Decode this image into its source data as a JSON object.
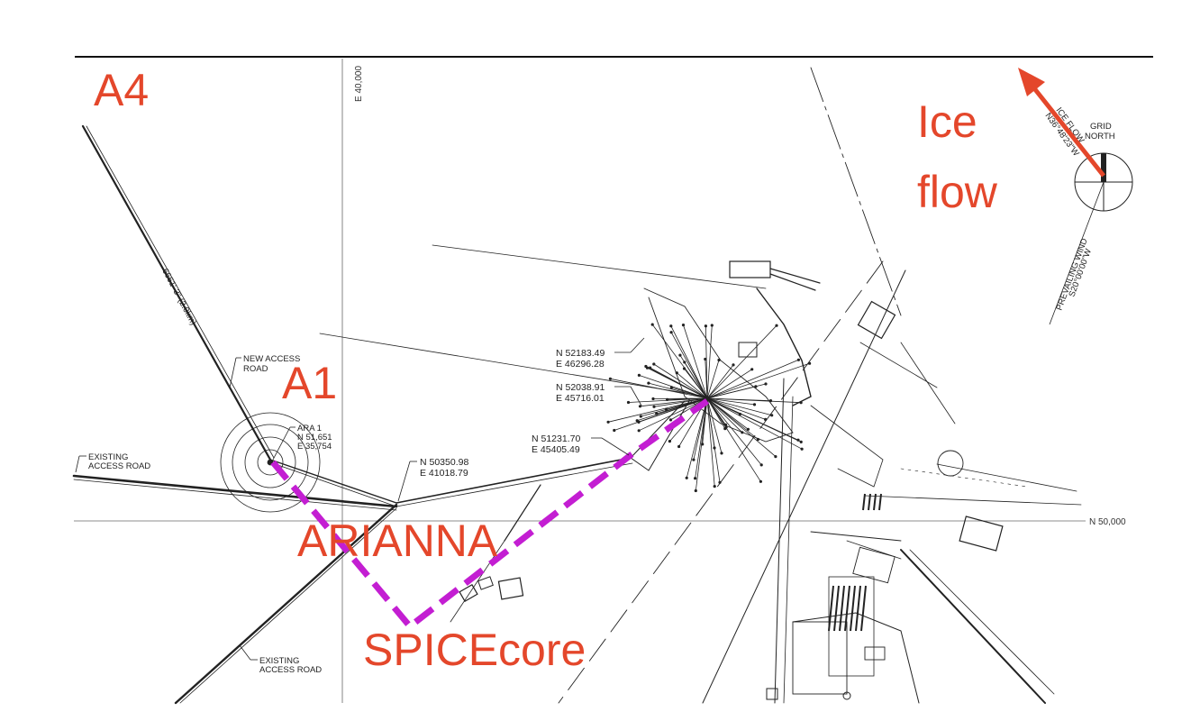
{
  "labels": {
    "a4": "A4",
    "a1": "A1",
    "arianna": "ARIANNA",
    "spicecore": "SPICEcore",
    "ice_flow_line1": "Ice",
    "ice_flow_line2": "flow"
  },
  "grid": {
    "easting": "E 40,000",
    "northing": "N 50,000"
  },
  "roads": {
    "new_access_line1": "NEW ACCESS",
    "new_access_line2": "ROAD",
    "existing_left_line1": "EXISTING",
    "existing_left_line2": "ACCESS ROAD",
    "existing_bottom_line1": "EXISTING",
    "existing_bottom_line2": "ACCESS ROAD",
    "diagonal_dimension": "6661'-3\" (2.0km)"
  },
  "ara1": {
    "name": "ARA 1",
    "northing": "N 51,651",
    "easting": "E 35,754"
  },
  "coordinates": [
    {
      "n": "N 50350.98",
      "e": "E 41018.79"
    },
    {
      "n": "N 51231.70",
      "e": "E 45405.49"
    },
    {
      "n": "N 52038.91",
      "e": "E 45716.01"
    },
    {
      "n": "N 52183.49",
      "e": "E 46296.28"
    }
  ],
  "compass": {
    "grid_line1": "GRID",
    "grid_line2": "NORTH",
    "ice_flow_text": "ICE FLOW",
    "ice_flow_bearing": "N36°48'23\"W",
    "wind_text": "PREVAILING WIND",
    "wind_bearing": "S20°00'00\"W"
  },
  "colors": {
    "annotation": "#e4472b",
    "route": "#c31ed2",
    "drawing": "#222222"
  }
}
